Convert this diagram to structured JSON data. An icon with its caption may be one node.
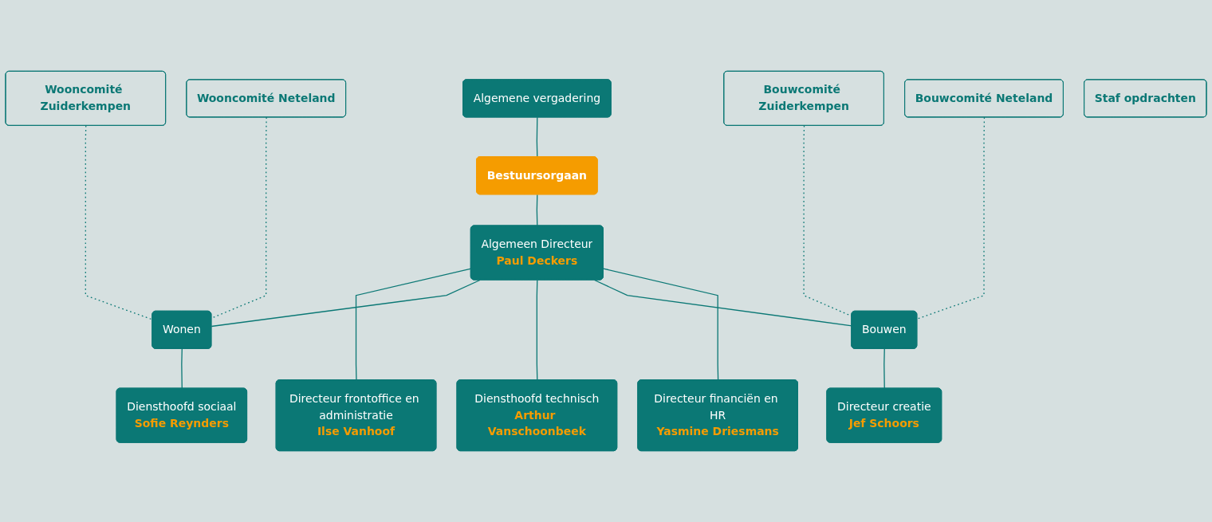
{
  "diagram": {
    "nodes": [
      {
        "text": [
          "Algemene vergadering"
        ]
      },
      {
        "text": [
          "Bestuursorgaan"
        ]
      },
      {
        "text": [
          "Algemeen Directeur",
          "Paul Deckers"
        ]
      },
      {
        "text": [
          "Wooncomité Zuiderkempen"
        ]
      },
      {
        "text": [
          "Wooncomité Neteland"
        ]
      },
      {
        "text": [
          "Bouwcomité Zuiderkempen"
        ]
      },
      {
        "text": [
          "Bouwcomité Neteland"
        ]
      },
      {
        "text": [
          "Staf opdrachten"
        ]
      },
      {
        "text": [
          "Wonen"
        ]
      },
      {
        "text": [
          "Bouwen"
        ]
      },
      {
        "text": [
          "Directeur frontoffice en administratie",
          "Ilse Vanhoof"
        ]
      },
      {
        "text": [
          "Diensthoofd sociaal",
          "Sofie Reynders"
        ]
      },
      {
        "text": [
          "Diensthoofd technisch",
          "Arthur Vanschoonbeek"
        ]
      },
      {
        "text": [
          "Directeur creatie",
          "Jef Schoors"
        ]
      },
      {
        "text": [
          "Directeur financiën en HR",
          "Yasmine Driesmans"
        ]
      }
    ],
    "edges": [
      {
        "from": 0,
        "to": 1,
        "arrow": "none"
      },
      {
        "from": 1,
        "to": 2,
        "arrow": "none"
      },
      {
        "from": 2,
        "to": 10,
        "arrow": "none"
      },
      {
        "from": 2,
        "to": 8,
        "arrow": "none"
      },
      {
        "from": 2,
        "to": 12,
        "arrow": "none"
      },
      {
        "from": 2,
        "to": 9,
        "arrow": "none"
      },
      {
        "from": 2,
        "to": 14,
        "arrow": "none"
      },
      {
        "from": 8,
        "to": 11,
        "arrow": "none"
      },
      {
        "from": 9,
        "to": 13,
        "arrow": "none"
      },
      {
        "from": 3,
        "to": 8,
        "arrow": "none",
        "style": "dashed"
      },
      {
        "from": 4,
        "to": 8,
        "arrow": "none",
        "style": "dashed"
      },
      {
        "from": 5,
        "to": 9,
        "arrow": "none",
        "style": "dashed"
      },
      {
        "from": 6,
        "to": 9,
        "arrow": "none",
        "style": "dashed"
      }
    ]
  }
}
